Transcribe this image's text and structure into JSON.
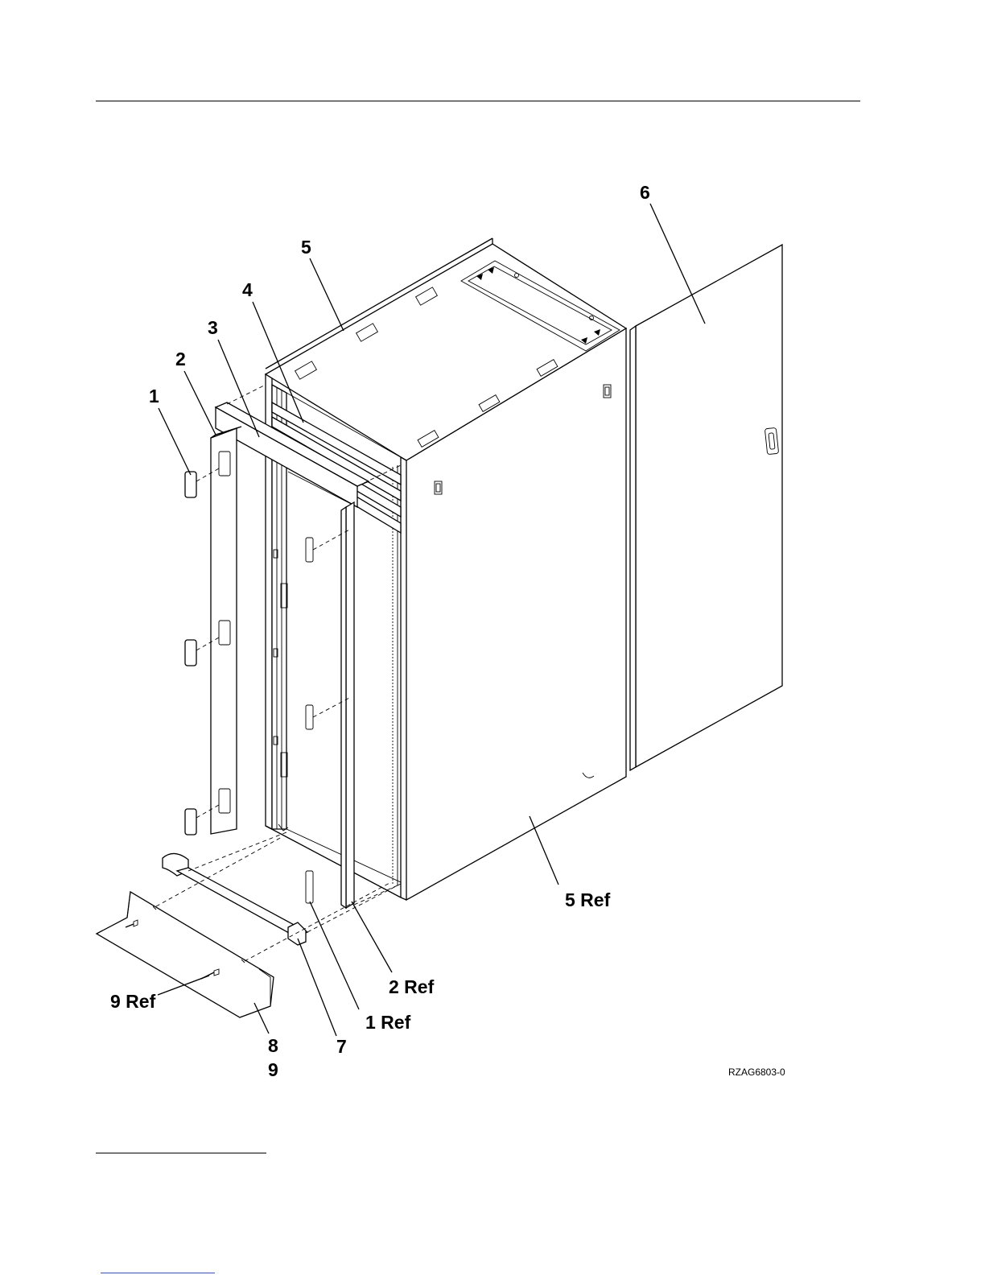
{
  "figure": {
    "id_label": "RZAG6803-0",
    "callouts": {
      "c1": "1",
      "c2": "2",
      "c3": "3",
      "c4": "4",
      "c5": "5",
      "c6": "6",
      "c5ref": "5 Ref",
      "c2ref": "2 Ref",
      "c1ref": "1 Ref",
      "c9ref": "9 Ref",
      "c7": "7",
      "c8": "8",
      "c9": "9"
    }
  }
}
